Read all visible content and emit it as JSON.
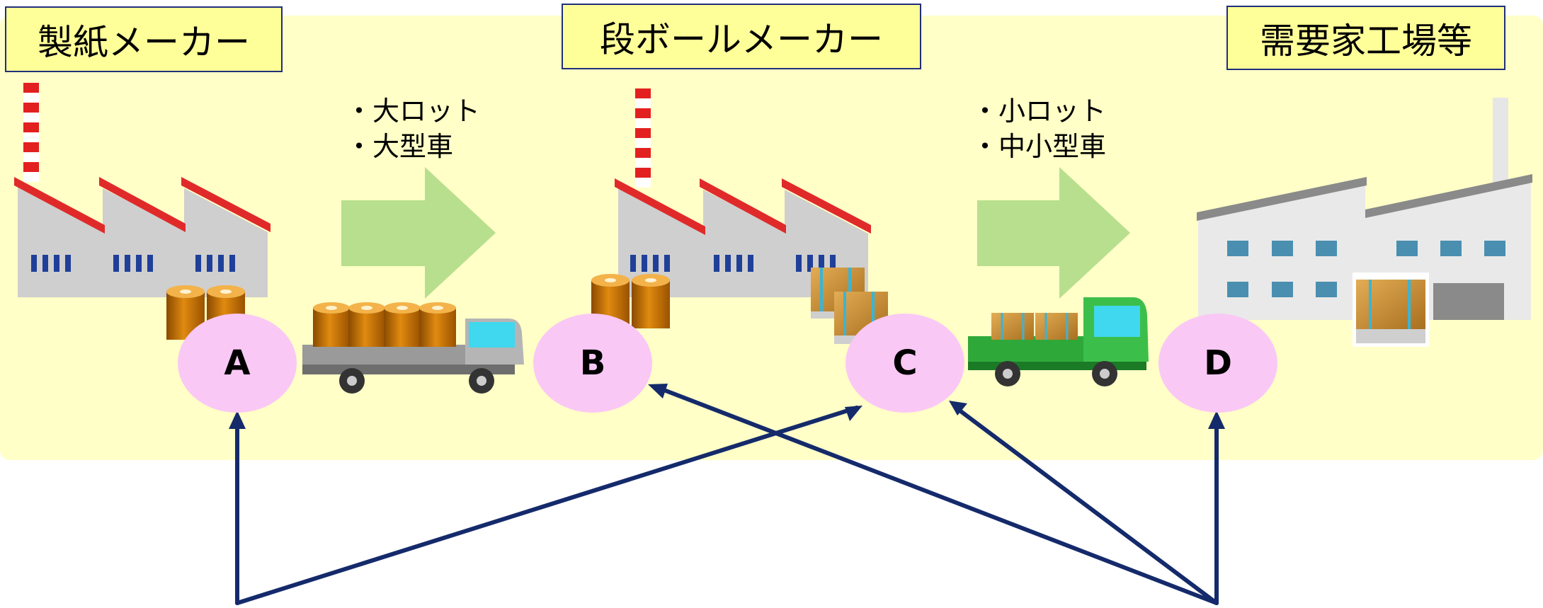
{
  "stages": {
    "paper_maker": "製紙メーカー",
    "box_maker": "段ボールメーカー",
    "customer": "需要家工場等"
  },
  "routes": {
    "large": [
      "・大ロット",
      "・大型車"
    ],
    "small": [
      "・小ロット",
      "・中小型車"
    ]
  },
  "nodes": [
    "A",
    "B",
    "C",
    "D"
  ],
  "colors": {
    "band": "#ffffc7",
    "title_box": "#ffff99",
    "node": "#fac8f5",
    "arrow_fill": "#b8df8e",
    "connector": "#142a6b"
  }
}
